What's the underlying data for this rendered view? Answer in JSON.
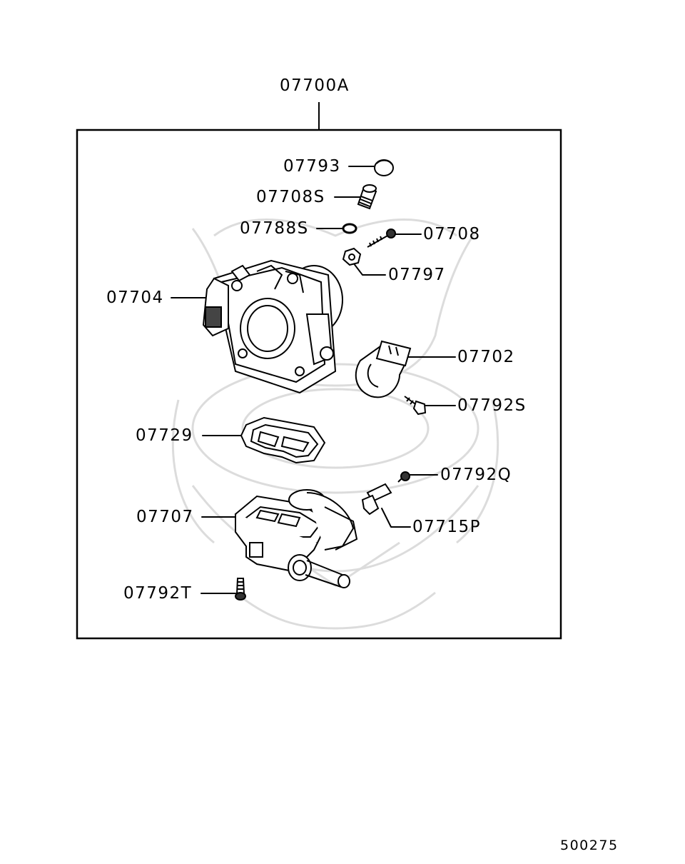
{
  "assembly": {
    "part_number": "07700A"
  },
  "callouts": {
    "p07793": "07793",
    "p07708S": "07708S",
    "p07788S": "07788S",
    "p07708": "07708",
    "p07797": "07797",
    "p07704": "07704",
    "p07702": "07702",
    "p07792S": "07792S",
    "p07729": "07729",
    "p07792Q": "07792Q",
    "p07707": "07707",
    "p07715P": "07715P",
    "p07792T": "07792T"
  },
  "footer": {
    "diagram_number": "500275"
  },
  "colors": {
    "line": "#000000",
    "watermark": "#d8d8d8",
    "background": "#ffffff"
  }
}
